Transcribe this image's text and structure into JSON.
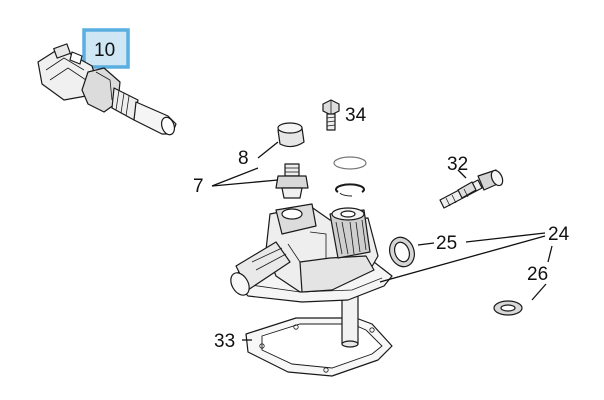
{
  "callouts": {
    "c10": "10",
    "c34": "34",
    "c8": "8",
    "c7": "7",
    "c32": "32",
    "c25": "25",
    "c24": "24",
    "c26": "26",
    "c33": "33"
  },
  "colors": {
    "highlight_border": "#5aaee0",
    "highlight_fill": "#cfe6f5",
    "line": "#111111",
    "part_light": "#f2f2f2",
    "part_mid": "#d6d6d6",
    "part_dark": "#8c8c8c"
  }
}
